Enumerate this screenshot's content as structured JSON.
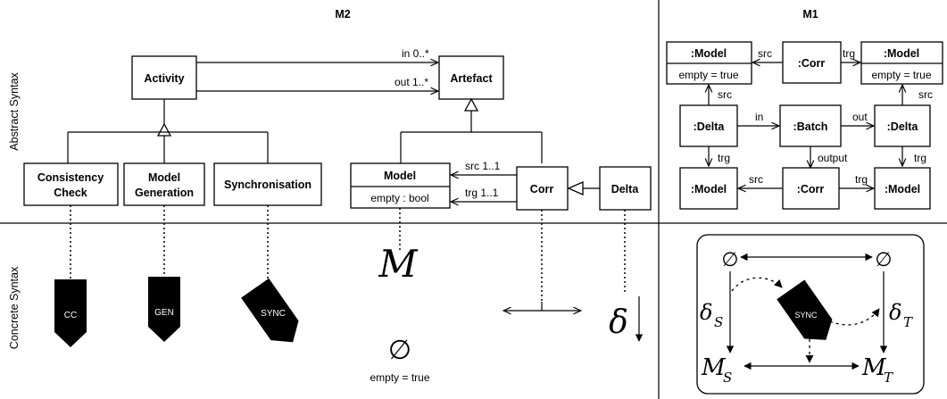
{
  "headers": {
    "m2": "M2",
    "m1": "M1"
  },
  "side_labels": {
    "abstract": "Abstract Syntax",
    "concrete": "Concrete Syntax"
  },
  "m2": {
    "activity": "Activity",
    "artefact": "Artefact",
    "in_label": "in 0..*",
    "out_label": "out 1..*",
    "consistency_check": [
      "Consistency",
      "Check"
    ],
    "model_generation": [
      "Model",
      "Generation"
    ],
    "synchronisation": "Synchronisation",
    "model": "Model",
    "model_attr": "empty : bool",
    "corr": "Corr",
    "delta": "Delta",
    "src_label": "src 1..1",
    "trg_label": "trg 1..1"
  },
  "m1": {
    "model_tl": ":Model",
    "model_tl_attr": "empty = true",
    "corr_top": ":Corr",
    "model_tr": ":Model",
    "model_tr_attr": "empty = true",
    "delta_left": ":Delta",
    "batch": ":Batch",
    "delta_right": ":Delta",
    "model_bl": ":Model",
    "corr_bottom": ":Corr",
    "model_br": ":Model",
    "lbl_src": "src",
    "lbl_trg": "trg",
    "lbl_in": "in",
    "lbl_out": "out",
    "lbl_output": "output"
  },
  "concrete": {
    "cc": "CC",
    "gen": "GEN",
    "sync": "SYNC",
    "model_symbol": "M",
    "emptyset": "∅",
    "empty_true": "empty = true",
    "delta_symbol": "δ",
    "sync_box": {
      "empty_left": "∅",
      "empty_right": "∅",
      "delta_s": "δ",
      "delta_s_sub": "S",
      "delta_t": "δ",
      "delta_t_sub": "T",
      "m_s": "M",
      "m_s_sub": "S",
      "m_t": "M",
      "m_t_sub": "T",
      "sync": "SYNC"
    }
  }
}
